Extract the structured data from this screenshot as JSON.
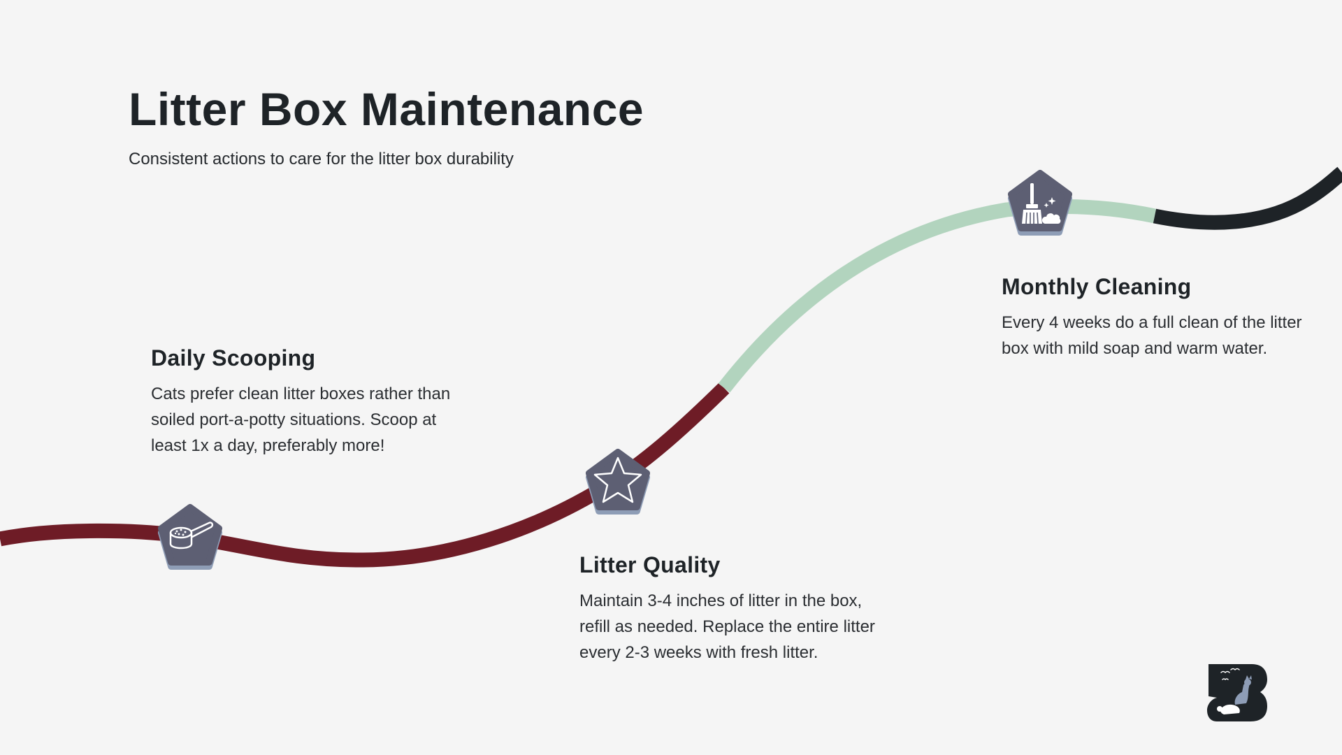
{
  "header": {
    "title": "Litter Box Maintenance",
    "subtitle": "Consistent actions to care for the litter box durability"
  },
  "steps": [
    {
      "title": "Daily Scooping",
      "body": "Cats prefer clean litter boxes rather than soiled port-a-potty situations. Scoop at least 1x a day, preferably more!",
      "icon": "litter-scoop-icon"
    },
    {
      "title": "Litter Quality",
      "body": "Maintain 3-4 inches of litter in the box, refill as needed. Replace the entire litter every 2-3 weeks with fresh litter.",
      "icon": "star-icon"
    },
    {
      "title": "Monthly Cleaning",
      "body": "Every 4 weeks do a full clean of the litter box with mild soap and warm water.",
      "icon": "broom-icon"
    }
  ],
  "colors": {
    "background": "#f5f5f5",
    "path_done": "#6e1c26",
    "path_active": "#b2d4be",
    "path_upcoming": "#1e2327",
    "badge": "#5d5f73",
    "badge_shadow": "#8e9db6"
  },
  "logo": {
    "icon": "cat-brand-logo"
  }
}
